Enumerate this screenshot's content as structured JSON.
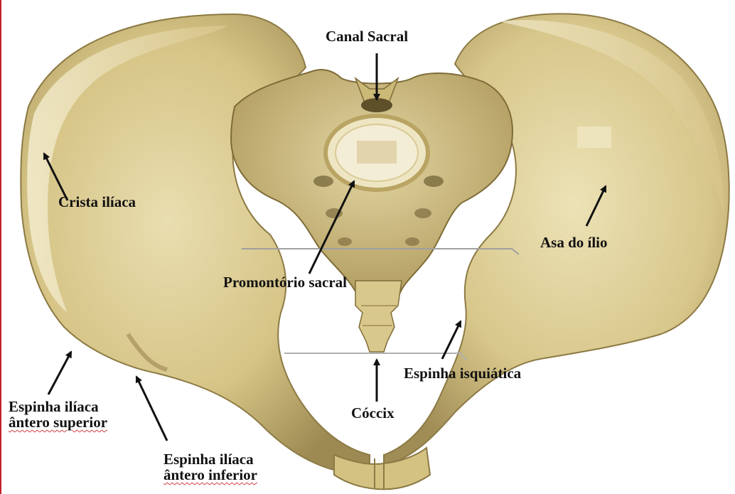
{
  "labels": {
    "canal_sacral": "Canal Sacral",
    "crista_iliaca": "Crista ilíaca",
    "asa_do_ilio": "Asa do ílio",
    "promontorio_sacral": "Promontório sacral",
    "espinha_isquiatica": "Espinha isquiática",
    "coccix": "Cóccix",
    "eias_line1": "Espinha ilíaca",
    "eias_line2": "ântero superior",
    "eiai_line1": "Espinha ilíaca",
    "eiai_line2": "ântero inferior"
  },
  "colors": {
    "bone_light": "#eee5bd",
    "bone_mid": "#d9c98f",
    "bone_dark": "#a8945a",
    "bone_shadow": "#6f5f33",
    "arrow": "#111111",
    "label_text": "#111111",
    "spellcheck_underline": "#d43b3b",
    "left_edge_line": "#c0222a"
  }
}
